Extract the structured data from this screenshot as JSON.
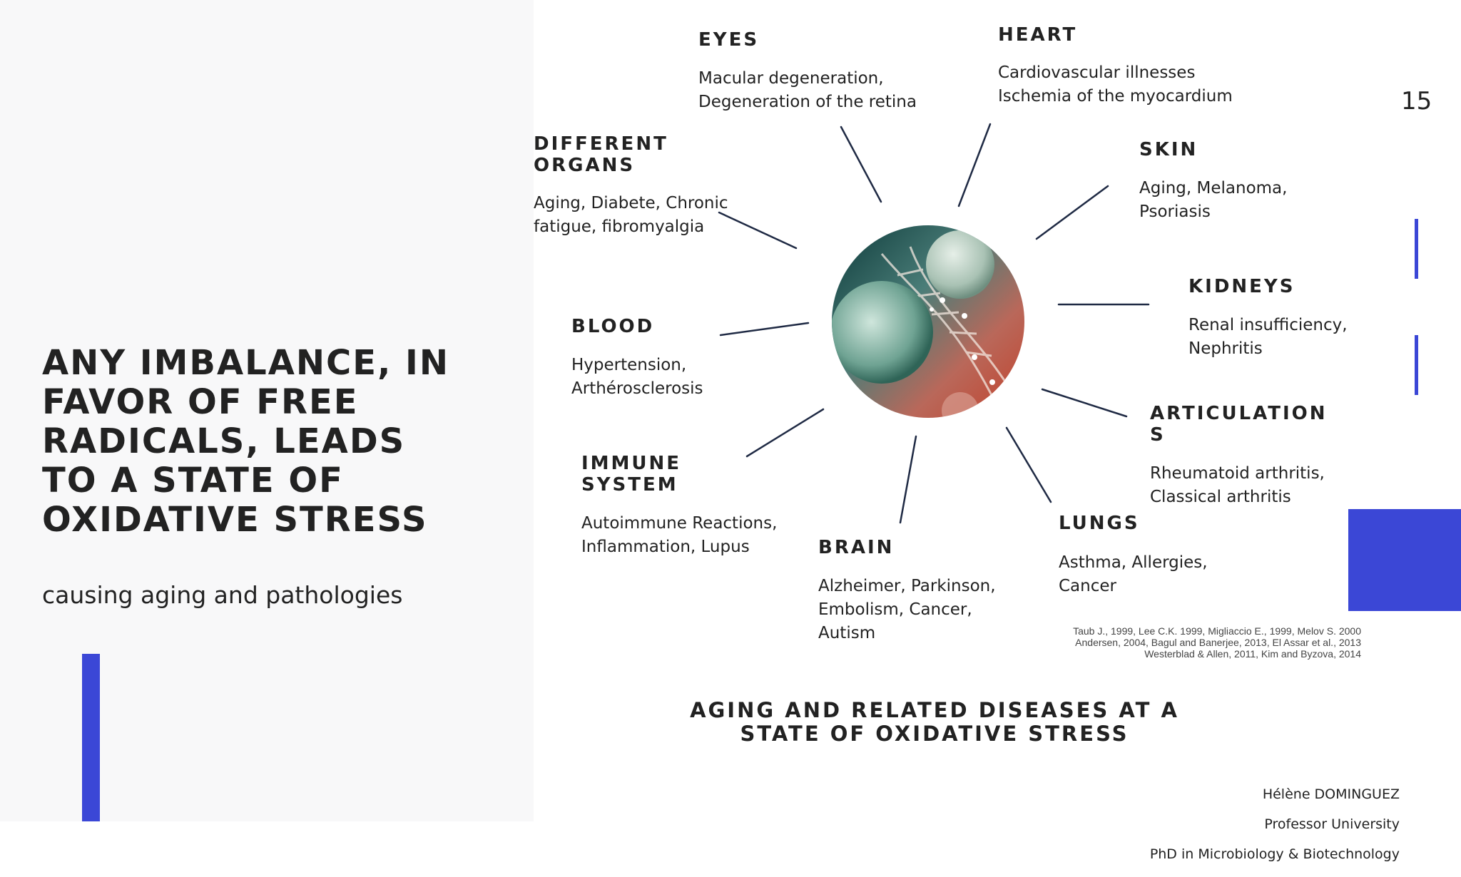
{
  "slide": {
    "page_number": "15",
    "title": "ANY IMBALANCE, IN FAVOR OF FREE RADICALS, LEADS TO A STATE OF OXIDATIVE STRESS",
    "subtitle": "causing aging and pathologies"
  },
  "colors": {
    "accent": "#3b47d6",
    "connector": "#1f2a44",
    "text": "#222222",
    "left_panel_bg": "#f8f8f9"
  },
  "diagram": {
    "center_image": "cells-and-dna-sphere",
    "title": "AGING AND RELATED DISEASES AT A\nSTATE OF OXIDATIVE STRESS",
    "nodes": [
      {
        "id": "eyes",
        "heading": "EYES",
        "text": "Macular degeneration,\nDegeneration of the retina"
      },
      {
        "id": "heart",
        "heading": "HEART",
        "text": "Cardiovascular illnesses\nIschemia of the myocardium"
      },
      {
        "id": "different-organs",
        "heading": "DIFFERENT\nORGANS",
        "text": "Aging, Diabete, Chronic\nfatigue, fibromyalgia"
      },
      {
        "id": "skin",
        "heading": "SKIN",
        "text": "Aging, Melanoma,\nPsoriasis"
      },
      {
        "id": "kidneys",
        "heading": "KIDNEYS",
        "text": "Renal insufficiency,\nNephritis"
      },
      {
        "id": "blood",
        "heading": "BLOOD",
        "text": "Hypertension,\nArthérosclerosis"
      },
      {
        "id": "articulations",
        "heading": "ARTICULATION\nS",
        "text": "Rheumatoid arthritis,\nClassical arthritis"
      },
      {
        "id": "immune-system",
        "heading": "IMMUNE\nSYSTEM",
        "text": "Autoimmune Reactions,\nInflammation, Lupus"
      },
      {
        "id": "lungs",
        "heading": "LUNGS",
        "text": "Asthma, Allergies,\nCancer"
      },
      {
        "id": "brain",
        "heading": "BRAIN",
        "text": "Alzheimer, Parkinson,\nEmbolism, Cancer,\nAutism"
      }
    ]
  },
  "references": "Taub J., 1999, Lee C.K. 1999, Migliaccio E., 1999, Melov S. 2000\nAndersen, 2004, Bagul and Banerjee, 2013, El Assar et al., 2013\nWesterblad & Allen, 2011, Kim and Byzova, 2014",
  "author": {
    "name": "Hélène DOMINGUEZ",
    "role": "Professor University",
    "degree": "PhD in Microbiology & Biotechnology"
  }
}
